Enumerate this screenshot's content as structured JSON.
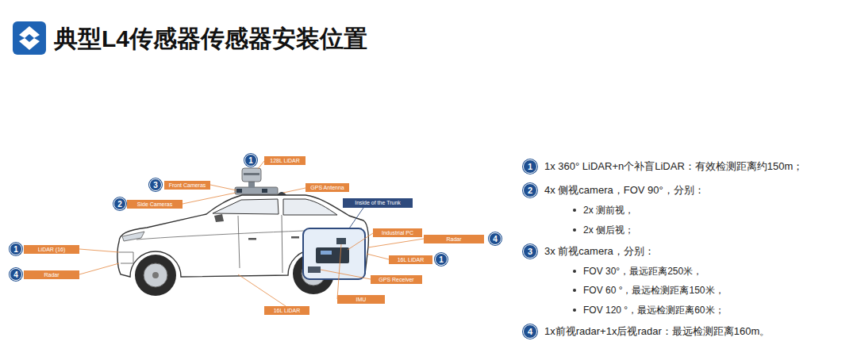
{
  "diagram": {
    "title": "典型L4传感器传感器安装位置",
    "nodes": [
      {
        "text": [
          "1"
        ]
      },
      {
        "text": [
          "128L LiDAR"
        ]
      },
      {
        "text": [
          "3"
        ]
      },
      {
        "text": [
          "Front Cameras"
        ]
      },
      {
        "text": [
          "GPS Antenna"
        ]
      },
      {
        "text": [
          "2"
        ]
      },
      {
        "text": [
          "Side Cameras"
        ]
      },
      {
        "text": [
          "Inside of the Trunk"
        ]
      },
      {
        "text": [
          "Industrial PC"
        ]
      },
      {
        "text": [
          "Radar"
        ]
      },
      {
        "text": [
          "4"
        ]
      },
      {
        "text": [
          "1"
        ]
      },
      {
        "text": [
          "LiDAR (16)"
        ]
      },
      {
        "text": [
          "16L LiDAR"
        ]
      },
      {
        "text": [
          "1"
        ]
      },
      {
        "text": [
          "4"
        ]
      },
      {
        "text": [
          "Radar"
        ]
      },
      {
        "text": [
          "GPS Receiver"
        ]
      },
      {
        "text": [
          "IMU"
        ]
      },
      {
        "text": [
          "16L LiDAR"
        ]
      },
      {
        "text": [
          "1"
        ]
      },
      {
        "text": [
          "2"
        ]
      },
      {
        "text": [
          "3"
        ]
      },
      {
        "text": [
          "4"
        ]
      }
    ],
    "labels": [
      "1x 360° LiDAR+n个补盲LiDAR：有效检测距离约150m；",
      "4x 侧视camera，FOV 90°，分别：",
      "2x 测前视，",
      "2x 侧后视；",
      "3x 前视camera，分别：",
      "FOV 30°，最远距离250米，",
      "FOV 60 °，最远检测距离150米，",
      "FOV 120 °，最远检测距离60米；",
      "1x前视radar+1x后视radar：最远检测距离160m。"
    ]
  }
}
